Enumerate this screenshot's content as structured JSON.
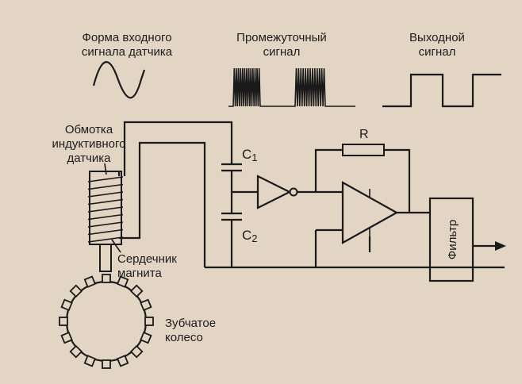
{
  "colors": {
    "paper": "#e2d5c4",
    "ink": "#1a1a1a"
  },
  "waveforms": {
    "input": {
      "line1": "Форма входного",
      "line2": "сигнала датчика"
    },
    "intermediate": {
      "line1": "Промежуточный",
      "line2": "сигнал"
    },
    "output": {
      "line1": "Выходной",
      "line2": "сигнал"
    }
  },
  "sensor": {
    "coil": {
      "line1": "Обмотка",
      "line2": "индуктивного",
      "line3": "датчика"
    },
    "core": {
      "line1": "Сердечник",
      "line2": "магнита"
    },
    "wheel": {
      "line1": "Зубчатое",
      "line2": "колесо"
    }
  },
  "components": {
    "c1": {
      "letter": "C",
      "index": "1"
    },
    "c2": {
      "letter": "C",
      "index": "2"
    },
    "r": "R",
    "filter": "Фильтр"
  }
}
